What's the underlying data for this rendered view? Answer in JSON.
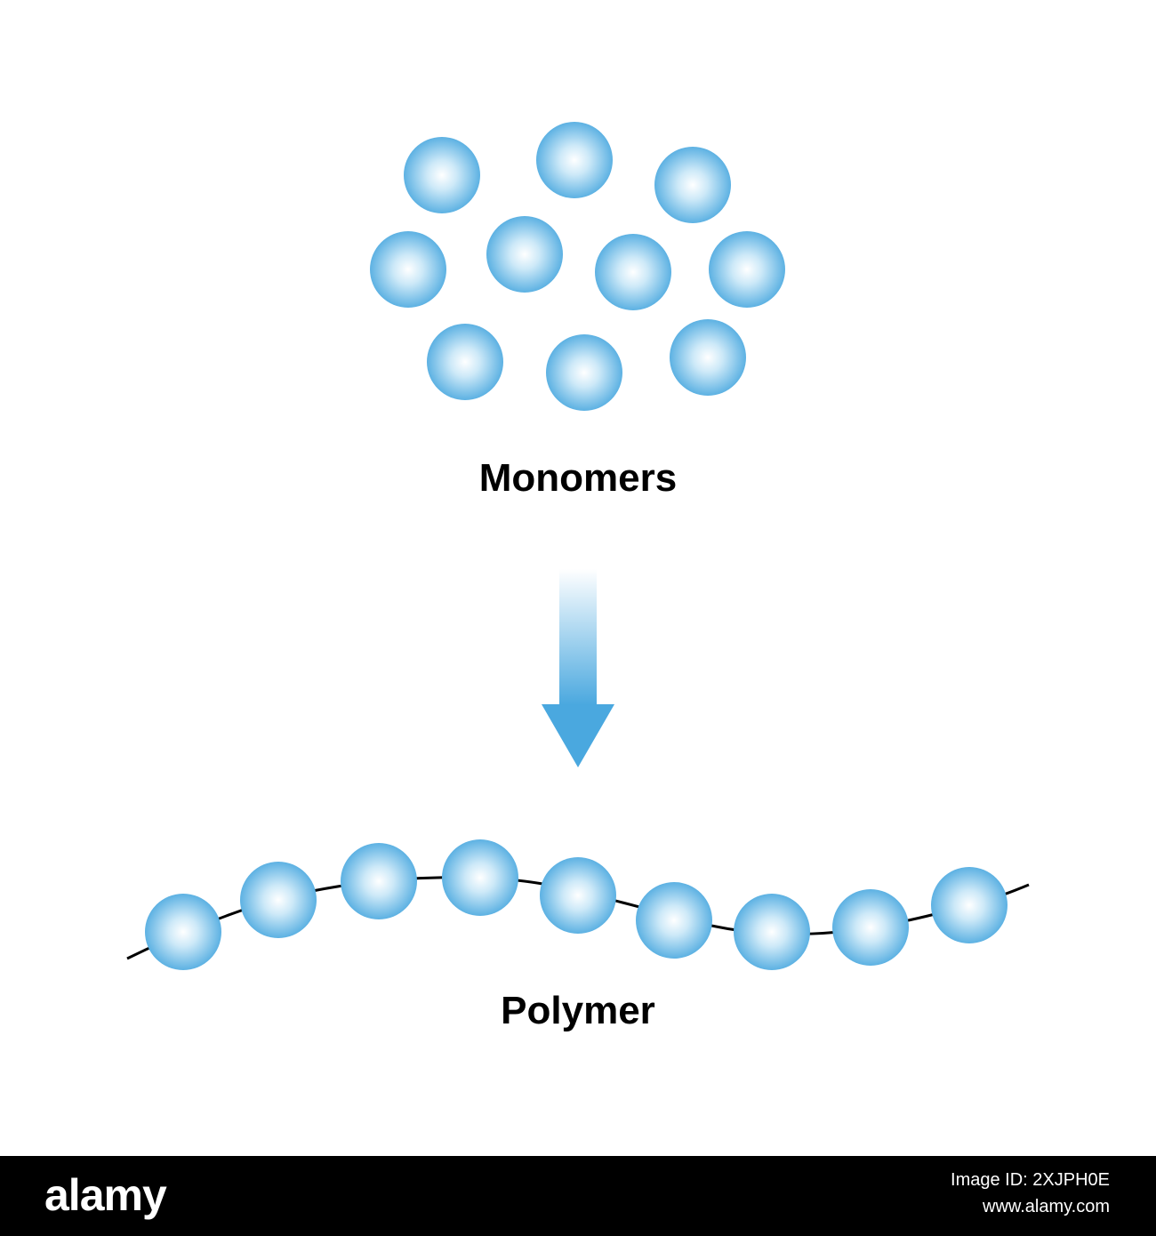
{
  "labels": {
    "monomers": "Monomers",
    "polymer": "Polymer"
  },
  "colors": {
    "sphere_edge": "#4aa8df",
    "sphere_highlight": "#ffffff",
    "arrow_top": "#ffffff",
    "arrow_bottom": "#4aa8df",
    "chain_line": "#000000"
  },
  "counts": {
    "monomers": 10,
    "polymer_units": 9
  },
  "footer": {
    "brand": "alamy",
    "image_id": "Image ID: 2XJPH0E",
    "site": "www.alamy.com"
  }
}
